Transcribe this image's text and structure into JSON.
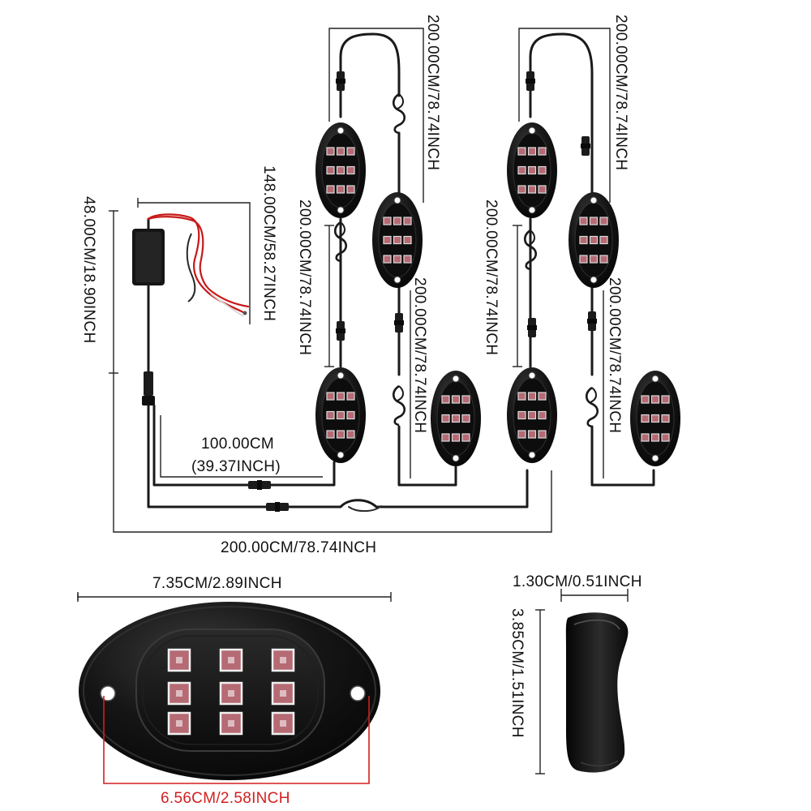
{
  "dimensions": {
    "cable_top_left": "200.00CM/78.74INCH",
    "cable_top_right": "200.00CM/78.74INCH",
    "cable_mid_left": "200.00CM/78.74INCH",
    "cable_mid_right": "200.00CM/78.74INCH",
    "cable_lower_left": "200.00CM/78.74INCH",
    "cable_lower_right": "200.00CM/78.74INCH",
    "power_lead": "148.00CM/58.27INCH",
    "controller_drop": "48.00CM/18.90INCH",
    "branch_cm": "100.00CM",
    "branch_inch": "(39.37INCH)",
    "main_run": "200.00CM/78.74INCH",
    "pod_length": "7.35CM/2.89INCH",
    "hole_spacing": "6.56CM/2.58INCH",
    "pod_depth": "1.30CM/0.51INCH",
    "pod_height": "3.85CM/1.51INCH"
  },
  "colors": {
    "pod_body": "#141414",
    "led": "#b56a74",
    "wire": "#1a1a1a",
    "power_red": "#c81818",
    "dimension_red": "#d21f1f"
  },
  "components": {
    "controller_box": "controller-box",
    "rock_light_pods": 8,
    "led_chips_per_pod": 9
  }
}
